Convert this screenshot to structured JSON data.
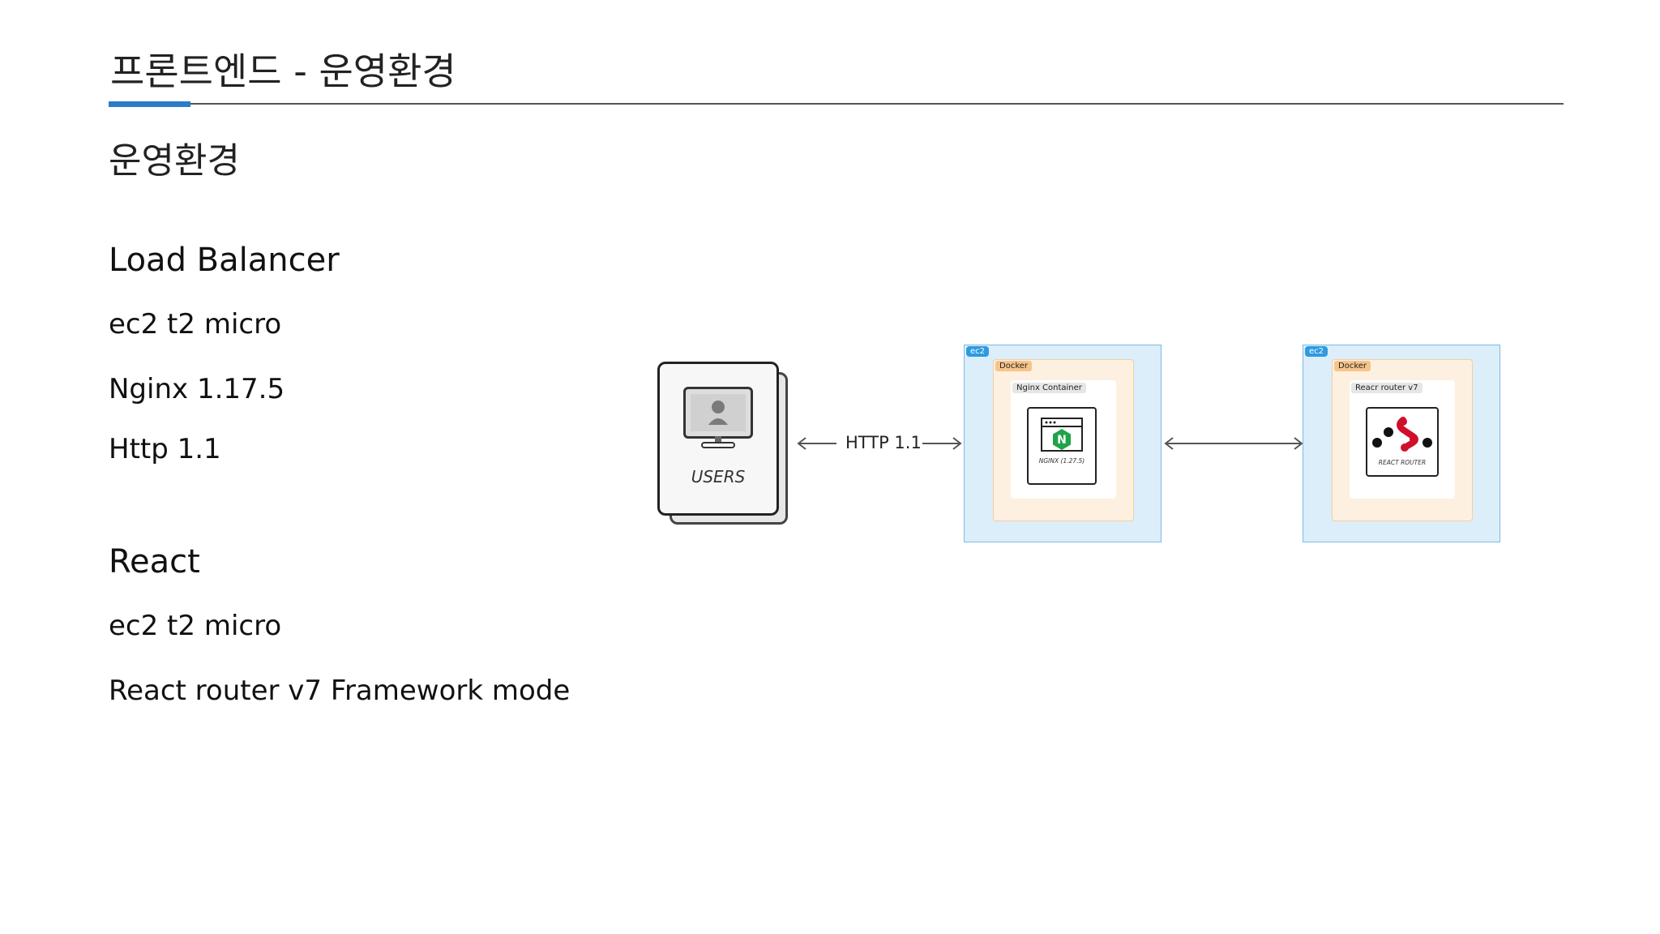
{
  "page": {
    "title": "프론트엔드 - 운영환경",
    "subtitle": "운영환경"
  },
  "load_balancer": {
    "heading": "Load Balancer",
    "items": [
      "ec2 t2 micro",
      "Nginx 1.17.5",
      "Http 1.1"
    ]
  },
  "react": {
    "heading": "React",
    "items": [
      "ec2 t2 micro",
      "React router v7 Framework mode"
    ]
  },
  "diagram": {
    "users_label": "USERS",
    "link_label": "HTTP 1.1",
    "nodes": [
      {
        "ec2_tag": "ec2",
        "docker_tag": "Docker",
        "container_tag": "Nginx Container",
        "logo_caption": "NGINX (1.27.5)"
      },
      {
        "ec2_tag": "ec2",
        "docker_tag": "Docker",
        "container_tag": "Reacr router v7",
        "logo_caption": "REACT ROUTER"
      }
    ],
    "colors": {
      "accent": "#2b7cc9",
      "ec2_fill": "#dceefa",
      "docker_fill": "#fdf0e0",
      "nginx_green": "#1fa34a",
      "react_router_red": "#d0102a"
    }
  }
}
